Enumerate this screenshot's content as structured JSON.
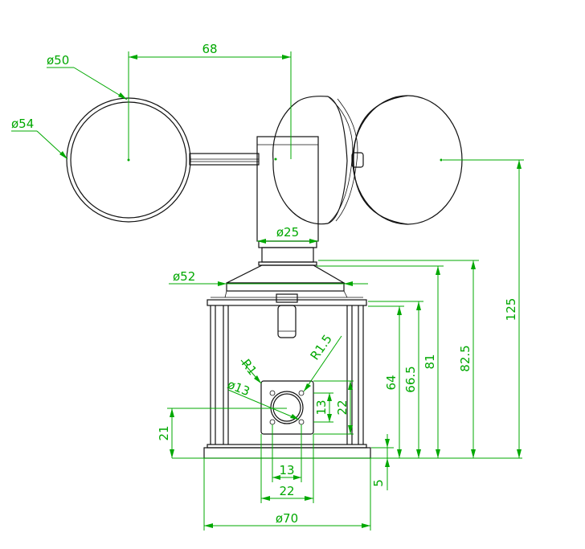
{
  "colors": {
    "outline": "#111111",
    "dimension": "#00a800",
    "background": "#ffffff"
  },
  "dimensions": {
    "cup_inner_diameter": "ø50",
    "cup_outer_diameter": "ø54",
    "cup_center_spacing": "68",
    "shaft_diameter": "ø25",
    "shoulder_diameter": "ø52",
    "base_diameter": "ø70",
    "overall_height": "125",
    "height_82_5": "82.5",
    "height_81": "81",
    "height_66_5": "66.5",
    "height_64": "64",
    "plate_height_offset": "21",
    "base_thickness": "5",
    "hole_pattern_13": "13",
    "plate_width_22": "22",
    "plate_vertical_13": "13",
    "plate_vertical_22": "22",
    "plate_bore_diameter": "ø13",
    "corner_radius": "R1",
    "hole_radius": "R1.5"
  }
}
